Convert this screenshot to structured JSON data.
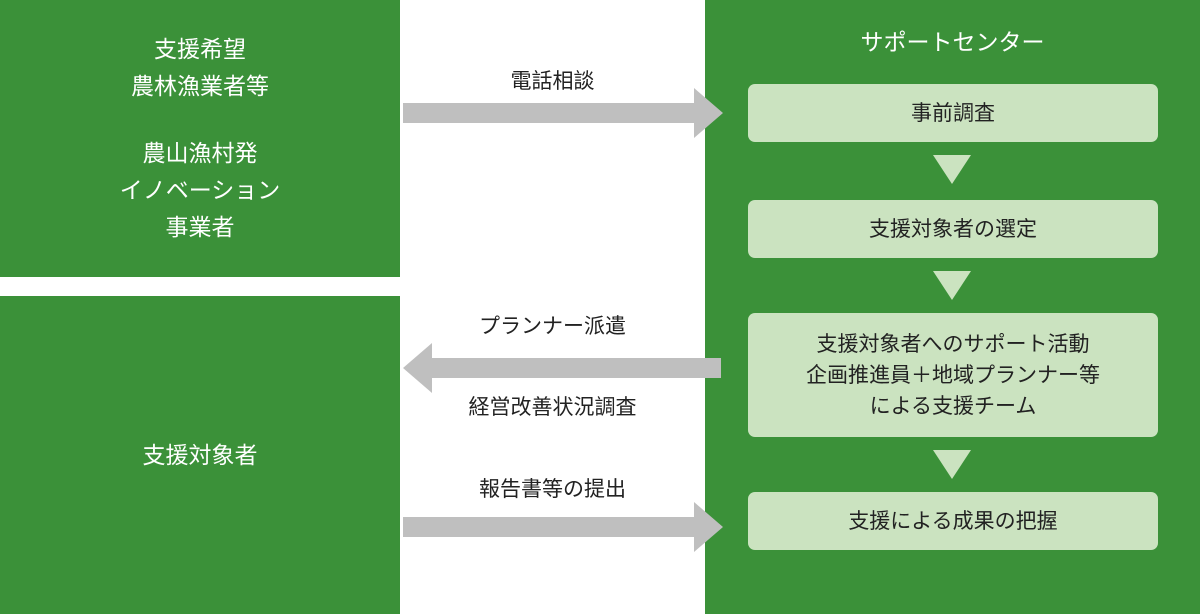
{
  "diagram": {
    "title_support_center": "サポートセンター",
    "colors": {
      "panel_green": "#3b9139",
      "box_light_green": "#cbe3c0",
      "arrow_gray": "#bfbfbf",
      "channel_white": "#ffffff",
      "text_dark": "#222222",
      "text_light": "#ffffff"
    }
  },
  "left_panels": {
    "applicants": {
      "groups": [
        {
          "text": "支援希望\n農林漁業者等"
        },
        {
          "text": "農山漁村発\nイノベーション\n事業者"
        }
      ]
    },
    "targets": {
      "label": "支援対象者"
    }
  },
  "flows": [
    {
      "label": "電話相談",
      "direction": "right"
    },
    {
      "label": "プランナー派遣",
      "direction": "left"
    },
    {
      "label": "経営改善状況調査",
      "direction": "left"
    },
    {
      "label": "報告書等の提出",
      "direction": "right"
    }
  ],
  "support_center": {
    "title": "サポートセンター",
    "steps": [
      {
        "text": "事前調査"
      },
      {
        "text": "支援対象者の選定"
      },
      {
        "text": "支援対象者へのサポート活動\n企画推進員＋地域プランナー等\nによる支援チーム"
      },
      {
        "text": "支援による成果の把握"
      }
    ]
  }
}
